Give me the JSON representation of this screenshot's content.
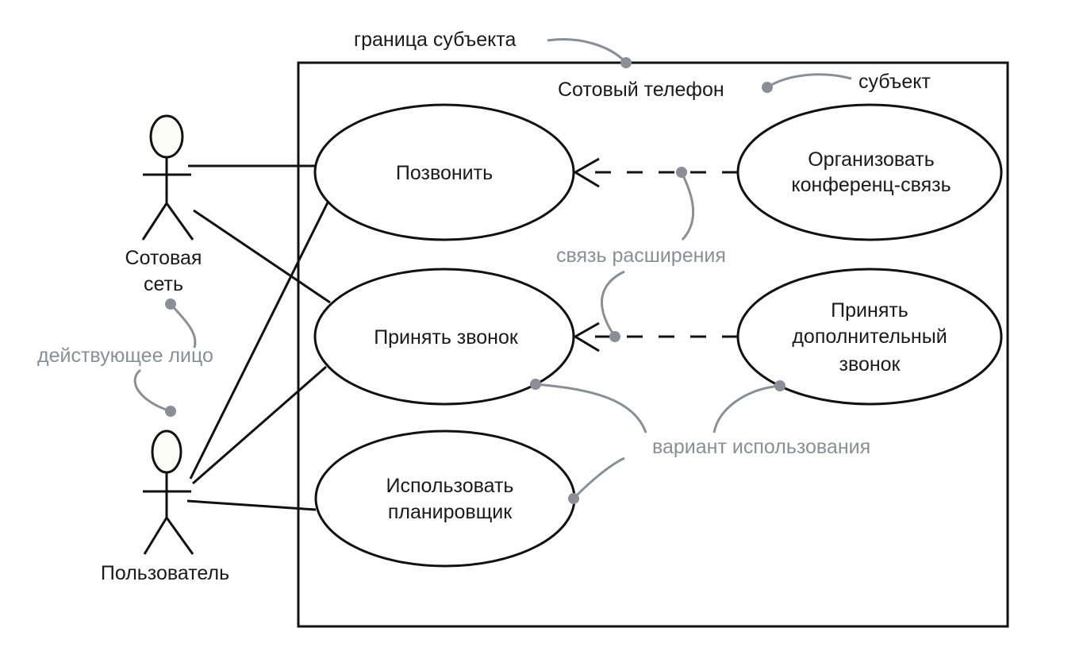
{
  "system": {
    "name": "Сотовый телефон"
  },
  "actors": [
    {
      "id": "network",
      "label_lines": [
        "Сотовая",
        "сеть"
      ]
    },
    {
      "id": "user",
      "label_lines": [
        "Пользователь"
      ]
    }
  ],
  "use_cases": [
    {
      "id": "call",
      "label_lines": [
        "Позвонить"
      ]
    },
    {
      "id": "receive",
      "label_lines": [
        "Принять звонок"
      ]
    },
    {
      "id": "scheduler",
      "label_lines": [
        "Использовать",
        "планировщик"
      ]
    },
    {
      "id": "conference",
      "label_lines": [
        "Организовать",
        "конференц-связь"
      ]
    },
    {
      "id": "additional",
      "label_lines": [
        "Принять",
        "дополнительный",
        "звонок"
      ]
    }
  ],
  "associations": [
    {
      "from": "network",
      "to": "call"
    },
    {
      "from": "network",
      "to": "receive"
    },
    {
      "from": "user",
      "to": "call"
    },
    {
      "from": "user",
      "to": "receive"
    },
    {
      "from": "user",
      "to": "scheduler"
    }
  ],
  "extends": [
    {
      "from": "conference",
      "to": "call"
    },
    {
      "from": "additional",
      "to": "receive"
    }
  ],
  "annotations": {
    "subject_boundary": "граница субъекта",
    "subject": "субъект",
    "extend_relation": "связь расширения",
    "actor": "действующее лицо",
    "use_case": "вариант использования"
  },
  "colors": {
    "line": "#111111",
    "annotation": "#8a8e96",
    "background": "#ffffff"
  }
}
